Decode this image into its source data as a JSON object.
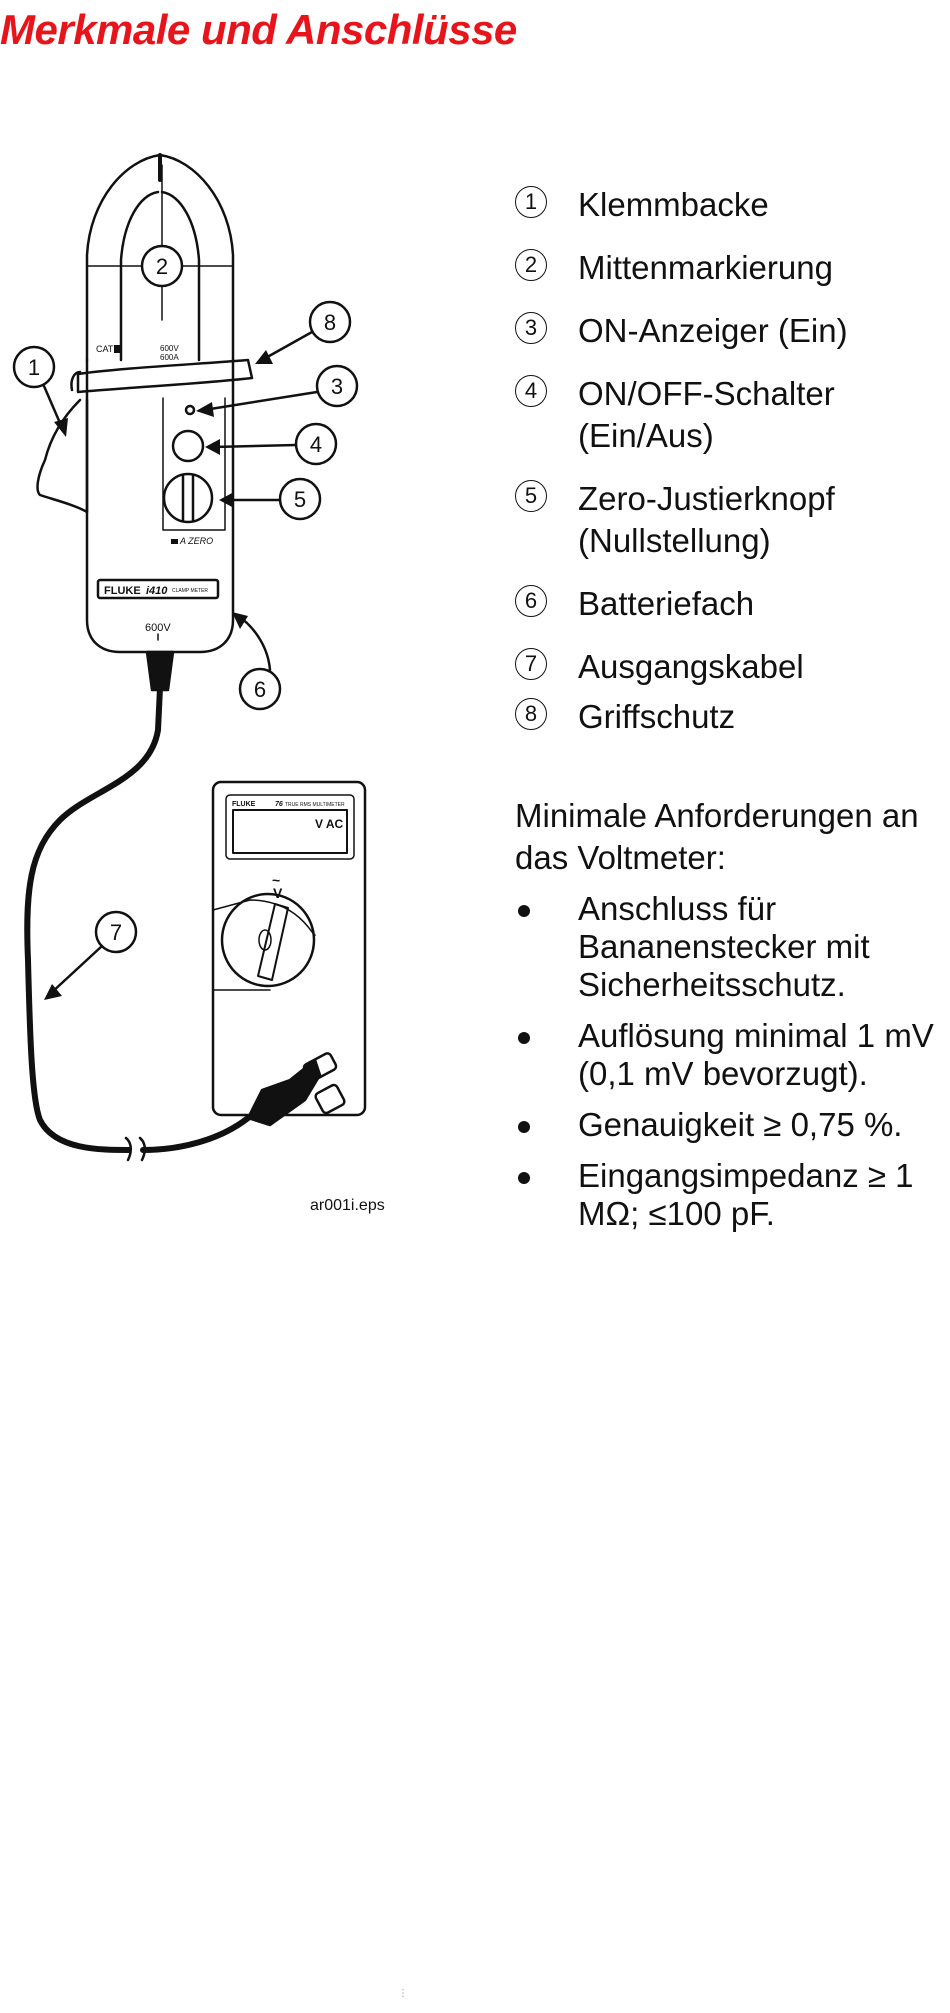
{
  "page": {
    "title": "Merkmale und Anschlüsse"
  },
  "figure": {
    "caption": "ar001i.eps",
    "callouts": [
      "1",
      "2",
      "3",
      "4",
      "5",
      "6",
      "7",
      "8"
    ],
    "clamp": {
      "brand": "FLUKE",
      "model": "i410",
      "model_sub": "CLAMP METER",
      "cat": "CAT",
      "rating_v": "600V",
      "rating_a": "600A",
      "zero": "A ZERO",
      "bottom_rating": "600V"
    },
    "meter": {
      "brand": "FLUKE",
      "model": "76",
      "model_sub": "TRUE RMS MULTIMETER",
      "display": "V AC",
      "dial": "V"
    }
  },
  "legend": [
    {
      "num": "1",
      "text": "Klemmbacke"
    },
    {
      "num": "2",
      "text": "Mittenmarkierung"
    },
    {
      "num": "3",
      "text": "ON-Anzeiger (Ein)"
    },
    {
      "num": "4",
      "text": "ON/OFF-Schalter (Ein/Aus)"
    },
    {
      "num": "5",
      "text": "Zero-Justierknopf (Nullstellung)"
    },
    {
      "num": "6",
      "text": "Batteriefach"
    },
    {
      "num": "7",
      "text": "Ausgangskabel"
    },
    {
      "num": "8",
      "text": "Griffschutz"
    }
  ],
  "requirements": {
    "title": "Minimale Anforderungen an das Voltmeter:",
    "items": [
      "Anschluss für Bananenstecker mit Sicherheitsschutz.",
      "Auflösung minimal 1 mV (0,1 mV bevorzugt).",
      "Genauigkeit ≥ 0,75 %.",
      "Eingangsimpedanz ≥ 1 MΩ; ≤100 pF."
    ]
  },
  "footer": {
    "mark": "⋮"
  }
}
